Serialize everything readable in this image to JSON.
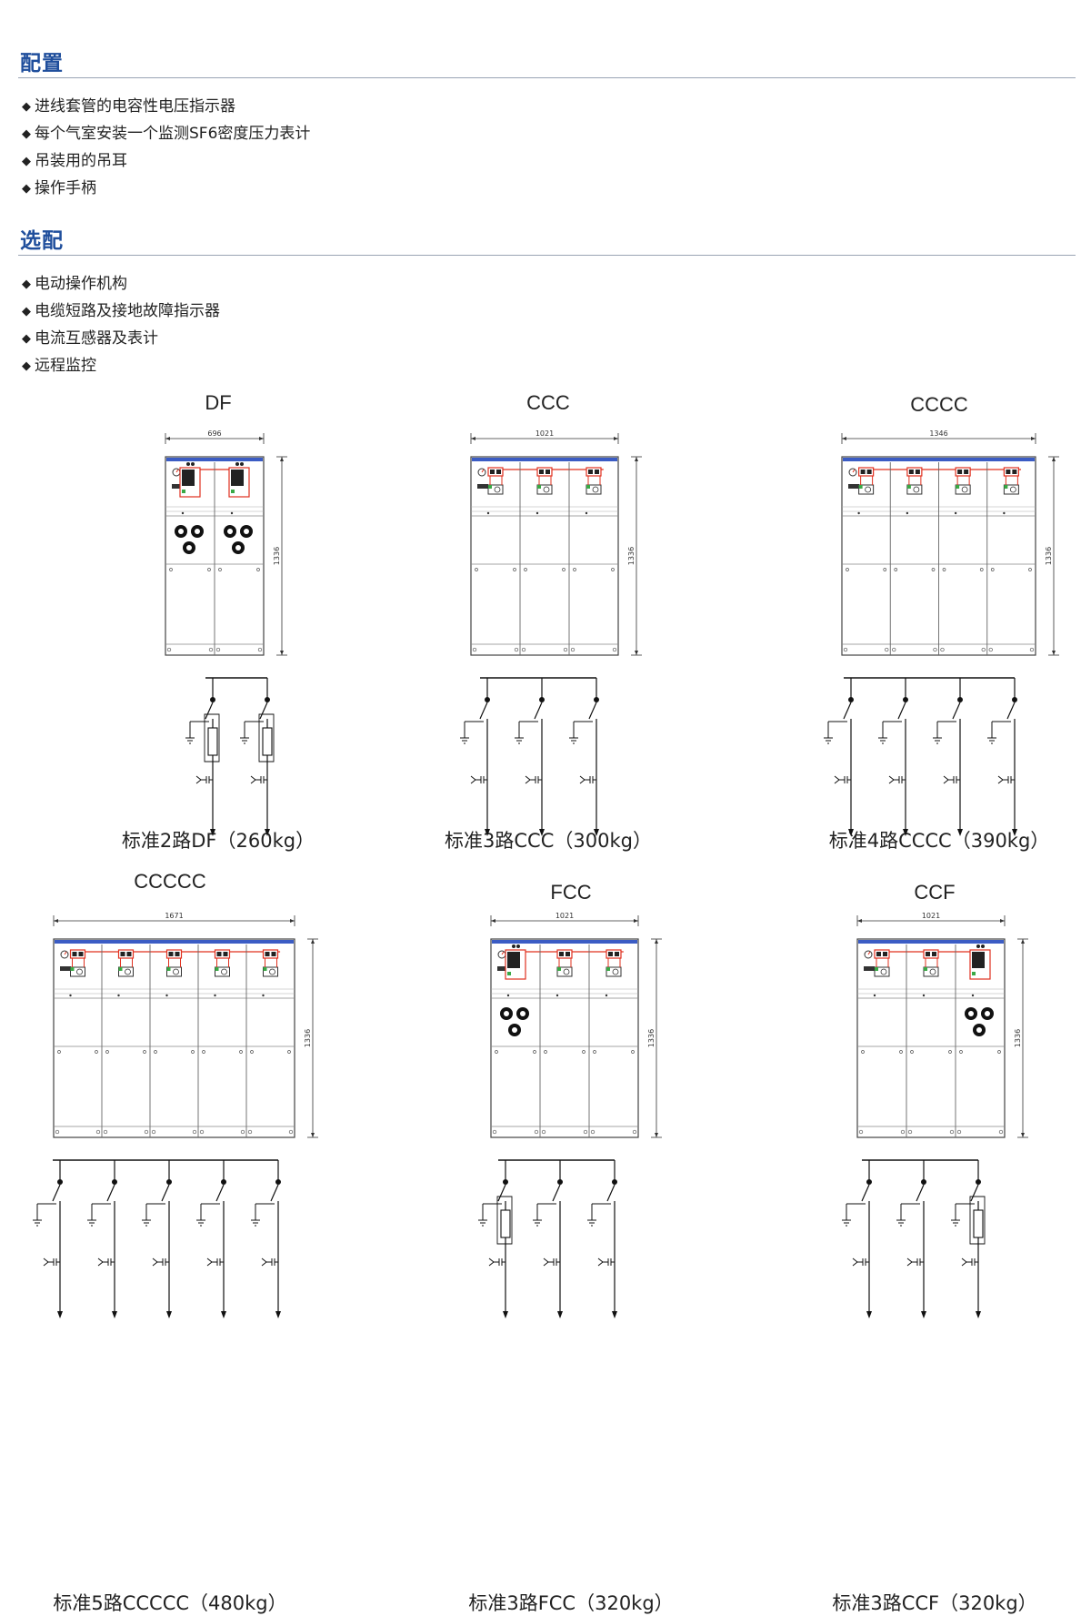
{
  "sections": [
    {
      "title": "配置",
      "items": [
        "进线套管的电容性电压指示器",
        "每个气室安装一个监测SF6密度压力表计",
        "吊装用的吊耳",
        "操作手柄"
      ]
    },
    {
      "title": "选配",
      "items": [
        "电动操作机构",
        "电缆短路及接地故障指示器",
        "电流互感器及表计",
        "远程监控"
      ]
    }
  ],
  "bullet_glyph": "◆",
  "units": [
    {
      "code": "DF",
      "width_label": "696",
      "height_label": "1336",
      "caption": "标准2路DF（260kg）",
      "config": "DF"
    },
    {
      "code": "CCC",
      "width_label": "1021",
      "height_label": "1336",
      "caption": "标准3路CCC（300kg）",
      "config": "CCC"
    },
    {
      "code": "CCCC",
      "width_label": "1346",
      "height_label": "1336",
      "caption": "标准4路CCCC（390kg）",
      "config": "CCCC"
    },
    {
      "code": "CCCCC",
      "width_label": "1671",
      "height_label": "1336",
      "caption": "标准5路CCCCC（480kg）",
      "config": "CCCCC"
    },
    {
      "code": "FCC",
      "width_label": "1021",
      "height_label": "1336",
      "caption": "标准3路FCC（320kg）",
      "config": "FCC"
    },
    {
      "code": "CCF",
      "width_label": "1021",
      "height_label": "1336",
      "caption": "标准3路CCF（320kg）",
      "config": "CCF"
    }
  ],
  "colors": {
    "heading": "#1f4e9c",
    "panel_top": "#3b5cc4",
    "wiring": "#e0301e",
    "indicator": "#3aa845"
  }
}
